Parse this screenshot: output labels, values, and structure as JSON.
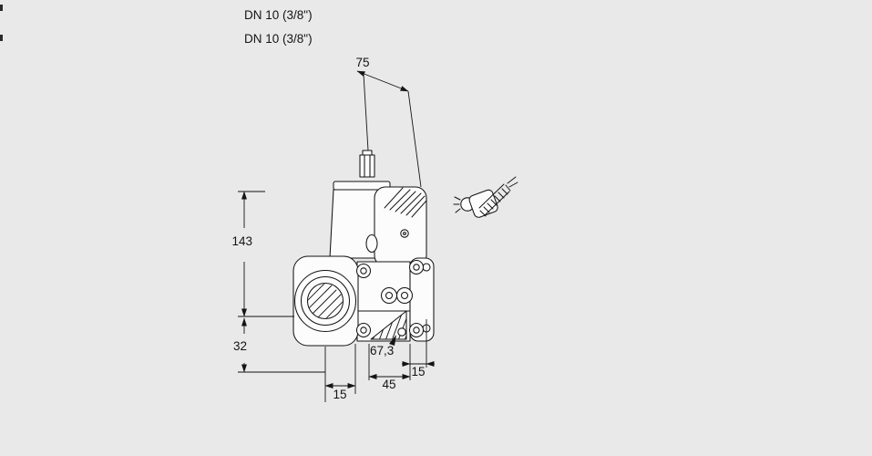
{
  "colors": {
    "background": "#e9e9e9",
    "line": "#141414",
    "fill": "#fcfcfc"
  },
  "header": {
    "dn_label_top": "DN 10 (3/8\")",
    "dn_label_bottom": "DN 10 (3/8\")"
  },
  "dimensions": {
    "top_width": "75",
    "left_height_upper": "143",
    "left_height_lower": "32",
    "body_height": "67,3",
    "right_offset": "15",
    "bottom_width": "45",
    "bottom_offset": "15"
  }
}
